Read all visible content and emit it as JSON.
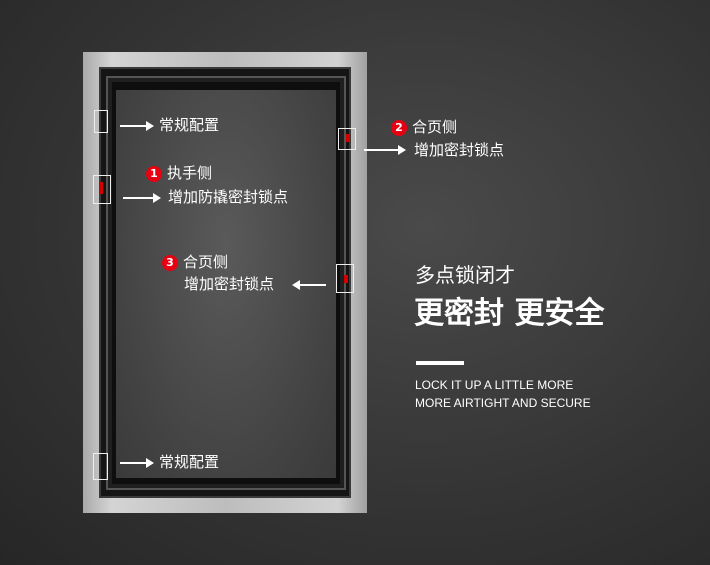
{
  "annotations": {
    "top_left": "常规配置",
    "bottom_left": "常规配置",
    "handle_side": {
      "number": "1",
      "title": "执手侧",
      "desc": "增加防撬密封锁点"
    },
    "hinge_side_top": {
      "number": "2",
      "title": "合页侧",
      "desc": "增加密封锁点"
    },
    "hinge_side_mid": {
      "number": "3",
      "title": "合页侧",
      "desc": "增加密封锁点"
    }
  },
  "headline": {
    "sub": "多点锁闭才",
    "main": "更密封 更安全"
  },
  "english": {
    "line1": "LOCK IT UP A LITTLE MORE",
    "line2": "MORE AIRTIGHT AND SECURE"
  },
  "colors": {
    "accent": "#e60012"
  }
}
